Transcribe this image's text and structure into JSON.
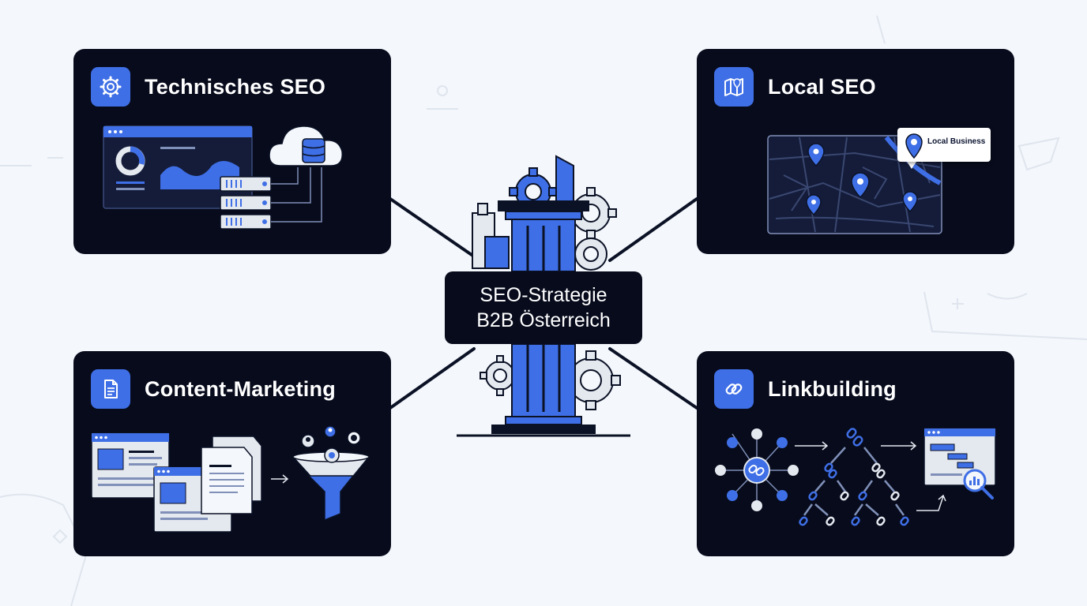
{
  "center": {
    "line1": "SEO-Strategie",
    "line2": "B2B Österreich"
  },
  "cards": [
    {
      "title": "Technisches SEO",
      "icon": "gear-icon"
    },
    {
      "title": "Local SEO",
      "icon": "map-pin-icon",
      "tag": "Local Business"
    },
    {
      "title": "Content-Marketing",
      "icon": "document-icon"
    },
    {
      "title": "Linkbuilding",
      "icon": "link-icon"
    }
  ],
  "colors": {
    "background": "#f4f7fb",
    "card": "#070b1c",
    "accent": "#3f6fe6",
    "connector": "#0b1226"
  }
}
